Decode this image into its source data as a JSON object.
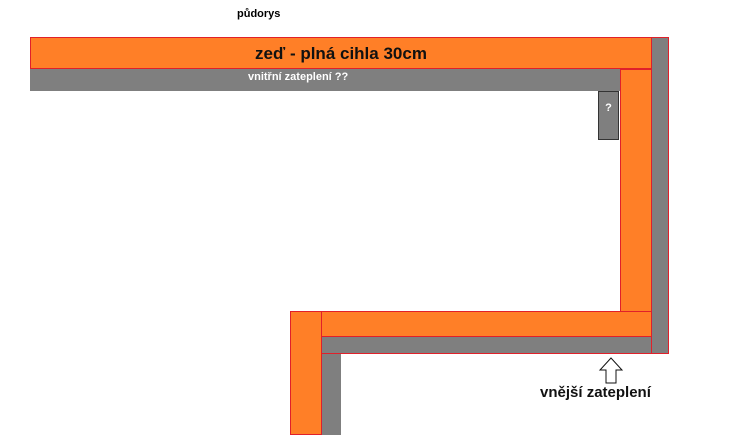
{
  "title": "půdorys",
  "labels": {
    "wall": "zeď - plná cihla 30cm",
    "inner_insulation": "vnitřní zateplení ??",
    "unknown": "?",
    "outer_insulation": "vnější zateplení"
  },
  "colors": {
    "wall": "#ff7f27",
    "insulation": "#7f7f7f",
    "outline": "#e0202a",
    "background": "#ffffff"
  },
  "icons": {
    "pointer": "arrow-up-outline-icon"
  }
}
